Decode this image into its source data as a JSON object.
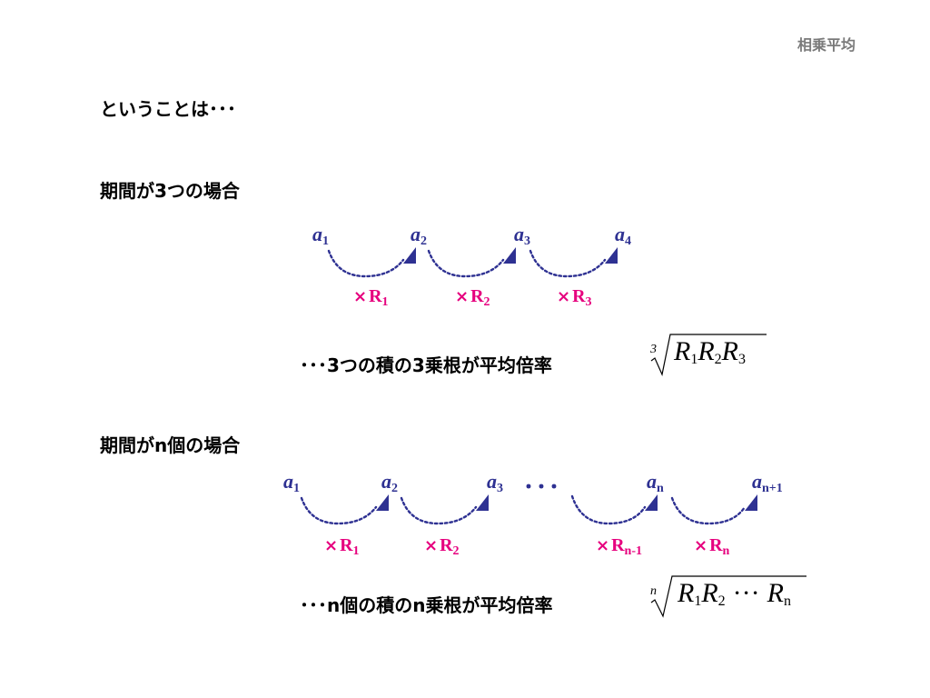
{
  "header": {
    "title": "相乗平均"
  },
  "intro": {
    "text": "ということは･･･"
  },
  "section_three": {
    "heading": "期間が3つの場合",
    "nodes": [
      {
        "base": "a",
        "sub": "1"
      },
      {
        "base": "a",
        "sub": "2"
      },
      {
        "base": "a",
        "sub": "3"
      },
      {
        "base": "a",
        "sub": "4"
      }
    ],
    "factors": [
      {
        "sign": "×",
        "base": "R",
        "sub": "1"
      },
      {
        "sign": "×",
        "base": "R",
        "sub": "2"
      },
      {
        "sign": "×",
        "base": "R",
        "sub": "3"
      }
    ],
    "caption": "･･･3つの積の3乗根が平均倍率",
    "formula": {
      "index": "3",
      "terms": [
        {
          "base": "R",
          "sub": "1"
        },
        {
          "base": "R",
          "sub": "2"
        },
        {
          "base": "R",
          "sub": "3"
        }
      ]
    }
  },
  "section_n": {
    "heading": "期間がn個の場合",
    "nodes": [
      {
        "base": "a",
        "sub": "1"
      },
      {
        "base": "a",
        "sub": "2"
      },
      {
        "base": "a",
        "sub": "3"
      },
      {
        "base": "a",
        "sub": "n"
      },
      {
        "base": "a",
        "sub": "n+1"
      }
    ],
    "ellipsis": "･･･",
    "factors": [
      {
        "sign": "×",
        "base": "R",
        "sub": "1"
      },
      {
        "sign": "×",
        "base": "R",
        "sub": "2"
      },
      {
        "sign": "×",
        "base": "R",
        "sub": "n-1"
      },
      {
        "sign": "×",
        "base": "R",
        "sub": "n"
      }
    ],
    "caption": "･･･n個の積のn乗根が平均倍率",
    "formula": {
      "index": "n",
      "first": {
        "base": "R",
        "sub": "1"
      },
      "second": {
        "base": "R",
        "sub": "2"
      },
      "dots": "···",
      "last": {
        "base": "R",
        "sub": "n"
      }
    }
  },
  "colors": {
    "node": "#2e3192",
    "factor": "#e6007e",
    "header": "#7a7a7a"
  }
}
